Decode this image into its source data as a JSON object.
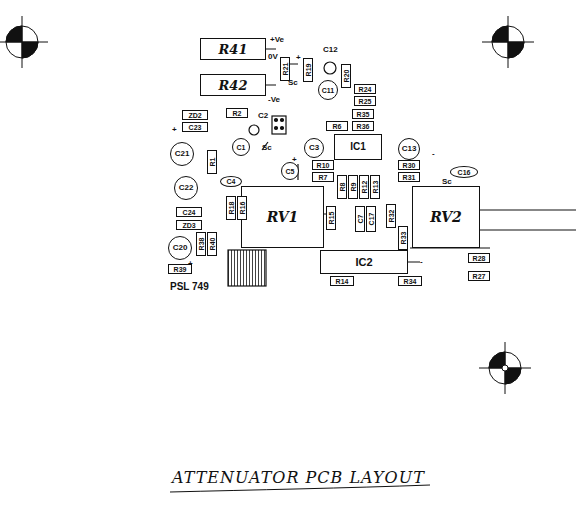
{
  "diagram": {
    "caption": "ATTENUATOR PCB LAYOUT",
    "nodes": [
      {
        "text": [
          "R41"
        ]
      },
      {
        "text": [
          "R21"
        ]
      },
      {
        "text": [
          "R19"
        ]
      },
      {
        "text": [
          "C11"
        ]
      },
      {
        "text": [
          "R20"
        ]
      },
      {
        "text": [
          "R42"
        ]
      },
      {
        "text": [
          "R24"
        ]
      },
      {
        "text": [
          "R25"
        ]
      },
      {
        "text": [
          "ZD2"
        ]
      },
      {
        "text": [
          "R2"
        ]
      },
      {
        "text": [
          "C23"
        ]
      },
      {
        "text": [
          "R35"
        ]
      },
      {
        "text": [
          "R36"
        ]
      },
      {
        "text": [
          "R6"
        ]
      },
      {
        "text": [
          "C3"
        ]
      },
      {
        "text": [
          "IC1"
        ]
      },
      {
        "text": [
          "C13"
        ]
      },
      {
        "text": [
          "C1"
        ]
      },
      {
        "text": [
          "C21"
        ]
      },
      {
        "text": [
          "R1"
        ]
      },
      {
        "text": [
          "C5"
        ]
      },
      {
        "text": [
          "R10"
        ]
      },
      {
        "text": [
          "R30"
        ]
      },
      {
        "text": [
          "R7"
        ]
      },
      {
        "text": [
          "R31"
        ]
      },
      {
        "text": [
          "C16"
        ]
      },
      {
        "text": [
          "C22"
        ]
      },
      {
        "text": [
          "C4"
        ]
      },
      {
        "text": [
          "R8"
        ]
      },
      {
        "text": [
          "R9"
        ]
      },
      {
        "text": [
          "R12"
        ]
      },
      {
        "text": [
          "R13"
        ]
      },
      {
        "text": [
          "RV1"
        ]
      },
      {
        "text": [
          "RV2"
        ]
      },
      {
        "text": [
          "C24"
        ]
      },
      {
        "text": [
          "R18"
        ]
      },
      {
        "text": [
          "R16"
        ]
      },
      {
        "text": [
          "R15"
        ]
      },
      {
        "text": [
          "C7"
        ]
      },
      {
        "text": [
          "C17"
        ]
      },
      {
        "text": [
          "R32"
        ]
      },
      {
        "text": [
          "R33"
        ]
      },
      {
        "text": [
          "ZD3"
        ]
      },
      {
        "text": [
          "R38"
        ]
      },
      {
        "text": [
          "R40"
        ]
      },
      {
        "text": [
          "C20"
        ]
      },
      {
        "text": [
          "IC2"
        ]
      },
      {
        "text": [
          "R39"
        ]
      },
      {
        "text": [
          "R14"
        ]
      },
      {
        "text": [
          "R34"
        ]
      },
      {
        "text": [
          "R28"
        ]
      },
      {
        "text": [
          "R27"
        ]
      }
    ],
    "labels": [
      "+Ve",
      "0V",
      "-Ve",
      "Sc",
      "C12",
      "C2",
      "Sc",
      "Sc",
      "+",
      "+",
      "+",
      "-",
      "-",
      "+",
      "PSL 749"
    ]
  }
}
